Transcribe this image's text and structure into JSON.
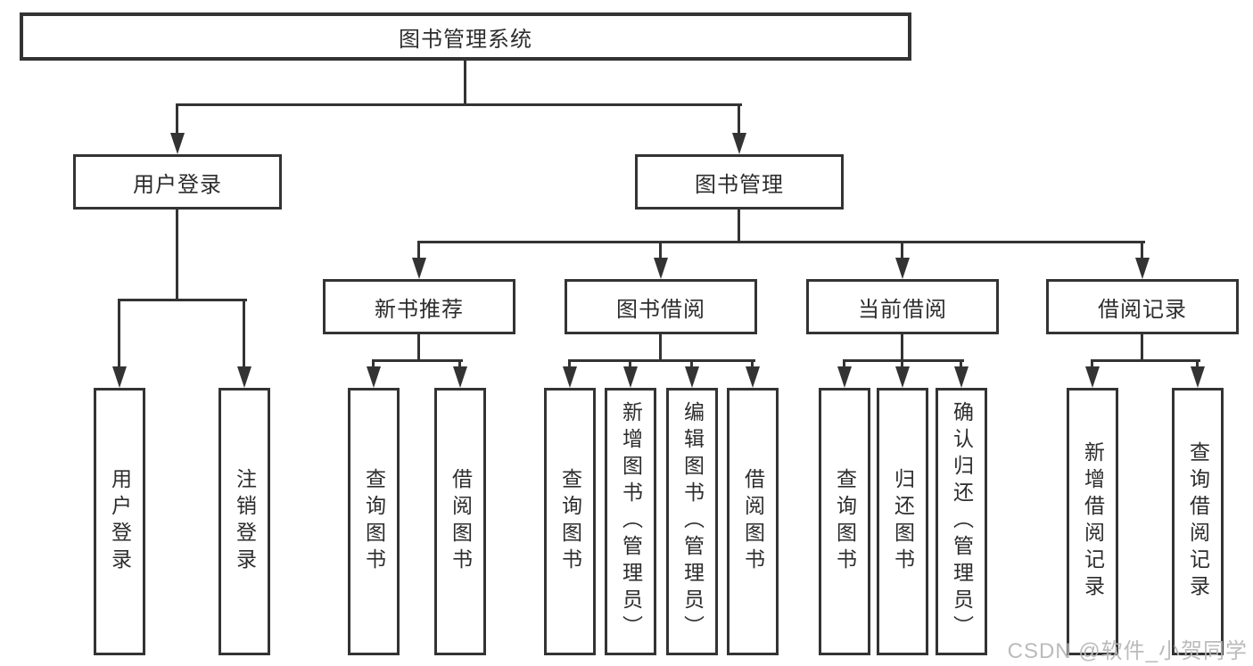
{
  "diagram": {
    "root": "图书管理系统",
    "user_login": {
      "label": "用户登录",
      "leaves": {
        "login": "用户登录",
        "logout": "注销登录"
      }
    },
    "book_mgmt": {
      "label": "图书管理",
      "groups": {
        "new_books": {
          "label": "新书推荐",
          "leaves": {
            "query": "查询图书",
            "borrow": "借阅图书"
          }
        },
        "book_borrow": {
          "label": "图书借阅",
          "leaves": {
            "query": "查询图书",
            "add": "新增图书（管理员）",
            "edit": "编辑图书（管理员）",
            "borrow": "借阅图书"
          }
        },
        "current_borrow": {
          "label": "当前借阅",
          "leaves": {
            "query": "查询图书",
            "return": "归还图书",
            "confirm": "确认归还（管理员）"
          }
        },
        "borrow_records": {
          "label": "借阅记录",
          "leaves": {
            "add": "新增借阅记录",
            "query": "查询借阅记录"
          }
        }
      }
    }
  },
  "watermark": "CSDN @软件_小贺同学",
  "colors": {
    "line": "#333333",
    "text": "#2d2d2d",
    "watermark": "#b7b7b7",
    "background": "#ffffff"
  }
}
